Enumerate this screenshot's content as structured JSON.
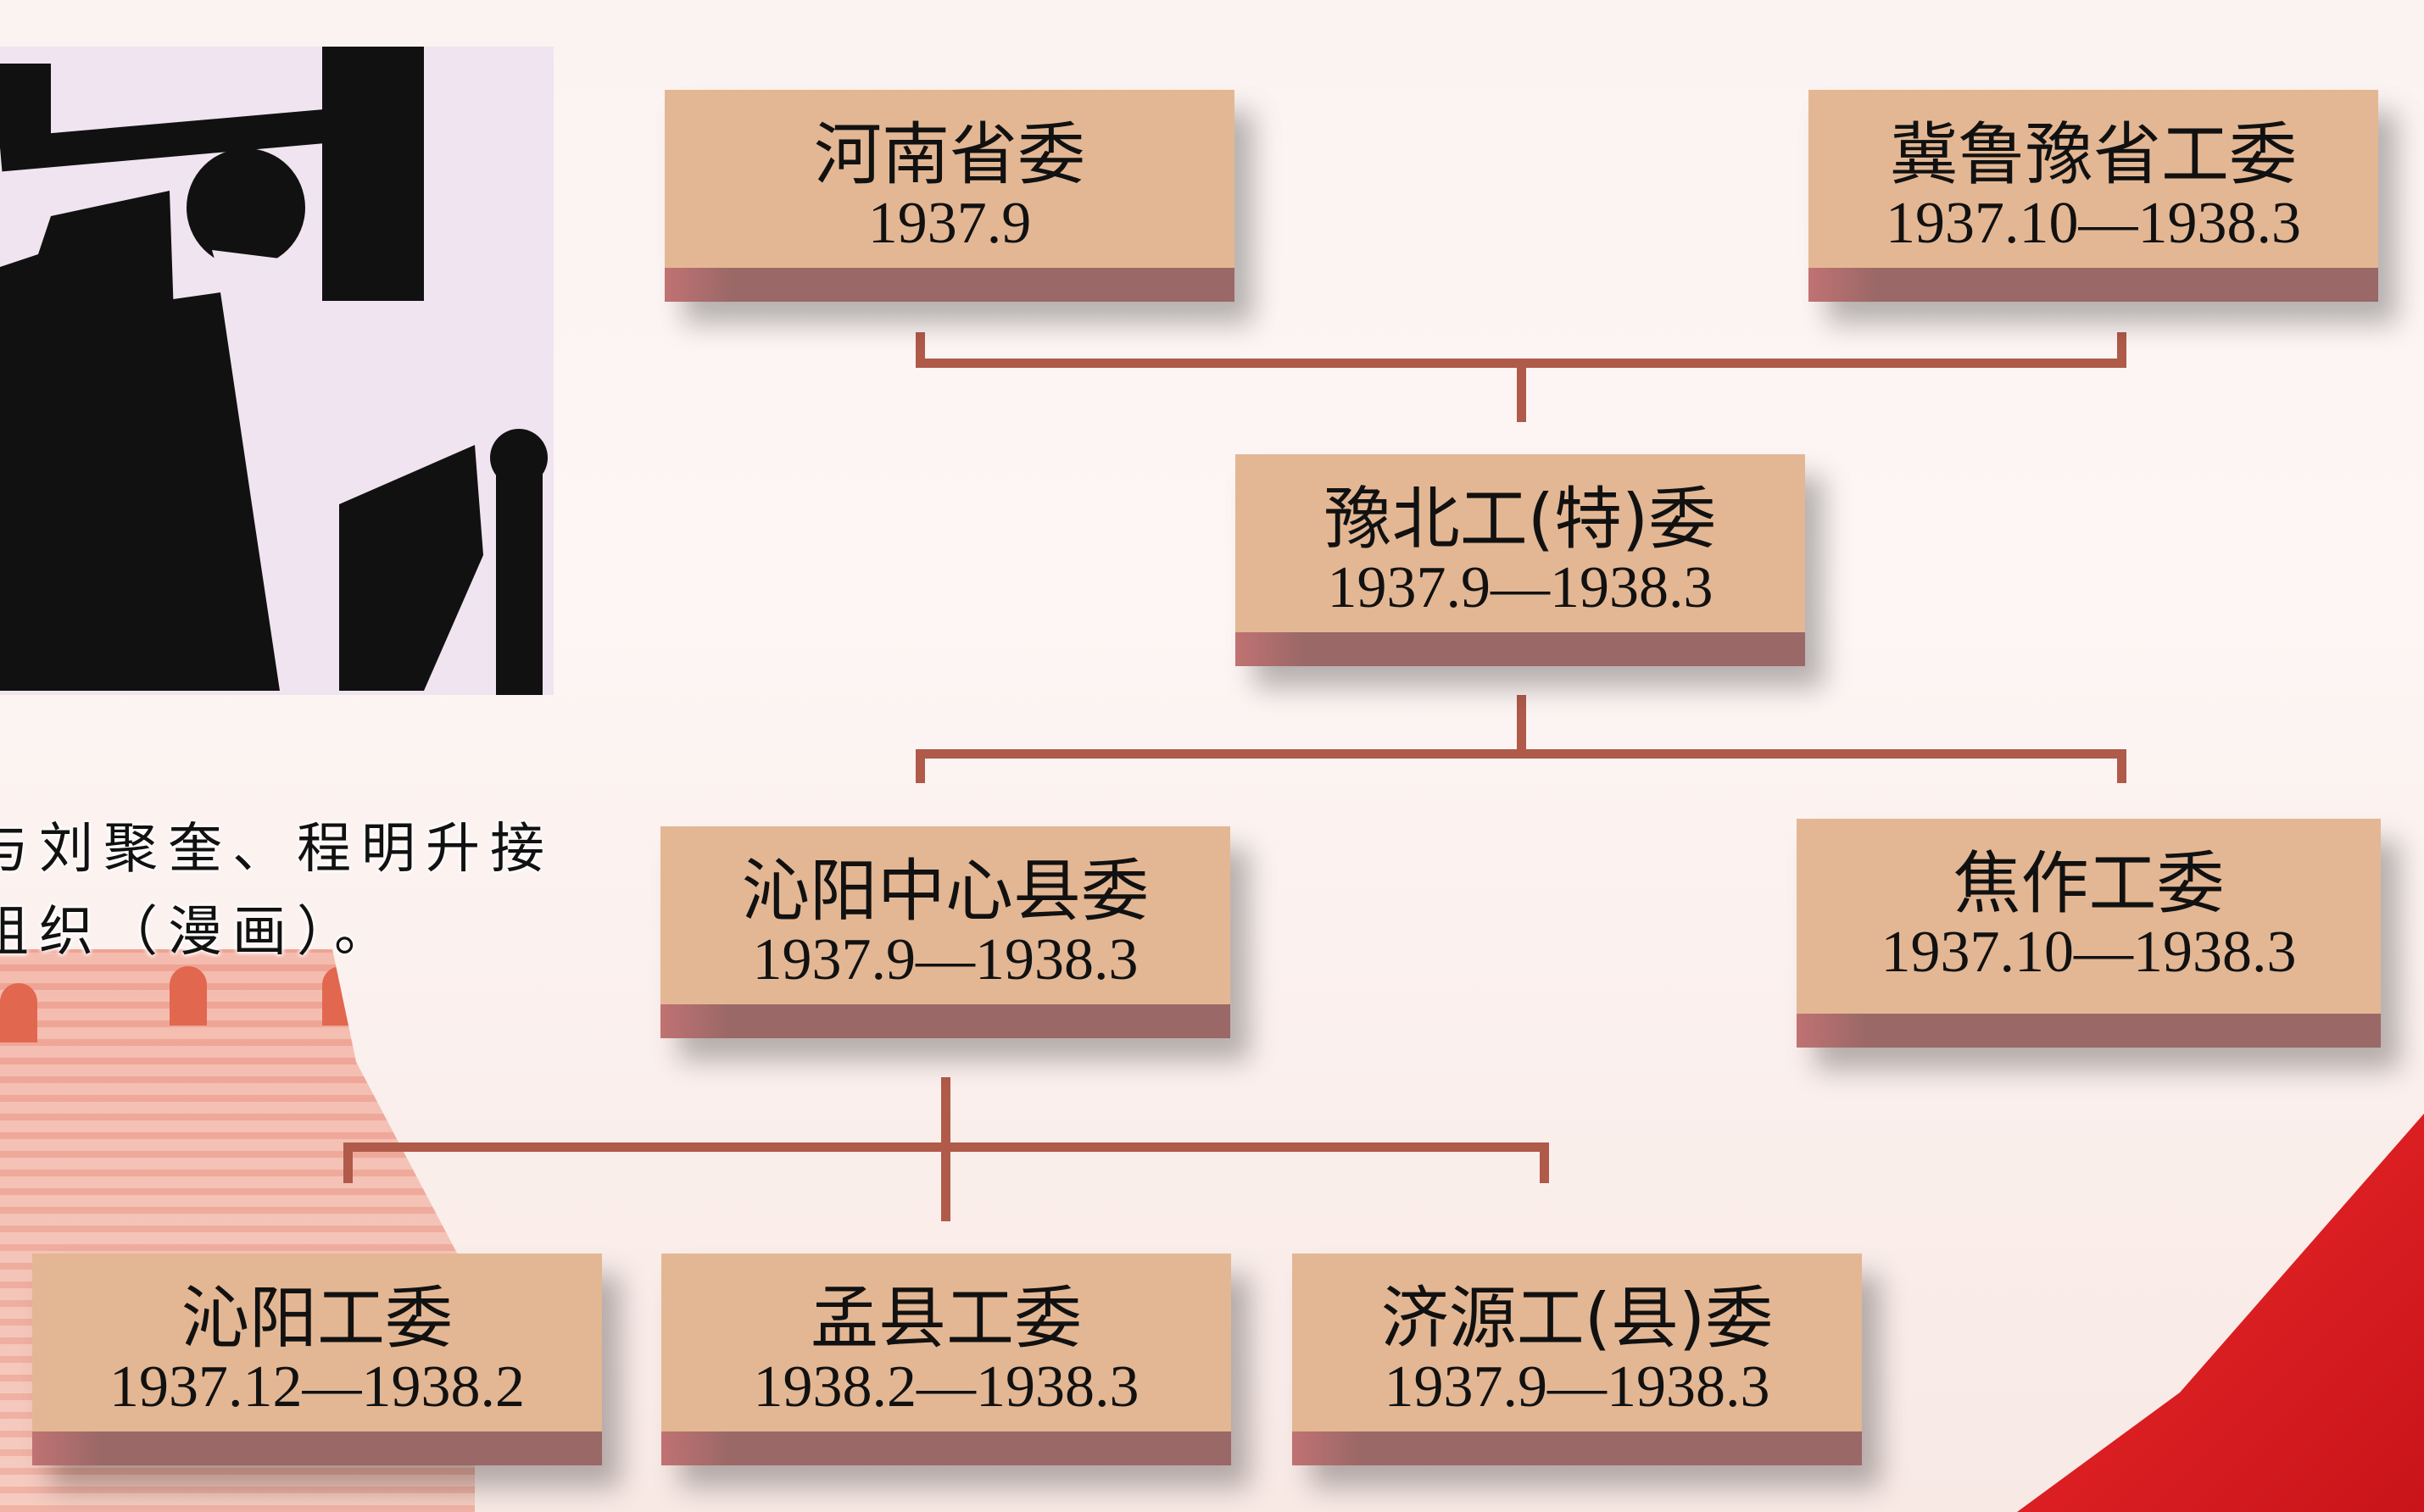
{
  "caption": {
    "line1": "与刘聚奎、程明升接",
    "line2": "组织（漫画）。"
  },
  "colors": {
    "box": "#e3b794",
    "bar": "#9a6867",
    "connector": "#b05a4a"
  },
  "org_chart": [
    {
      "name": "河南省委",
      "date": "1937.9"
    },
    {
      "name": "冀鲁豫省工委",
      "date": "1937.10—1938.3"
    },
    {
      "name": "豫北工(特)委",
      "date": "1937.9—1938.3"
    },
    {
      "name": "沁阳中心县委",
      "date": "1937.9—1938.3"
    },
    {
      "name": "焦作工委",
      "date": "1937.10—1938.3"
    },
    {
      "name": "沁阳工委",
      "date": "1937.12—1938.2"
    },
    {
      "name": "孟县工委",
      "date": "1938.2—1938.3"
    },
    {
      "name": "济源工(县)委",
      "date": "1937.9—1938.3"
    }
  ]
}
